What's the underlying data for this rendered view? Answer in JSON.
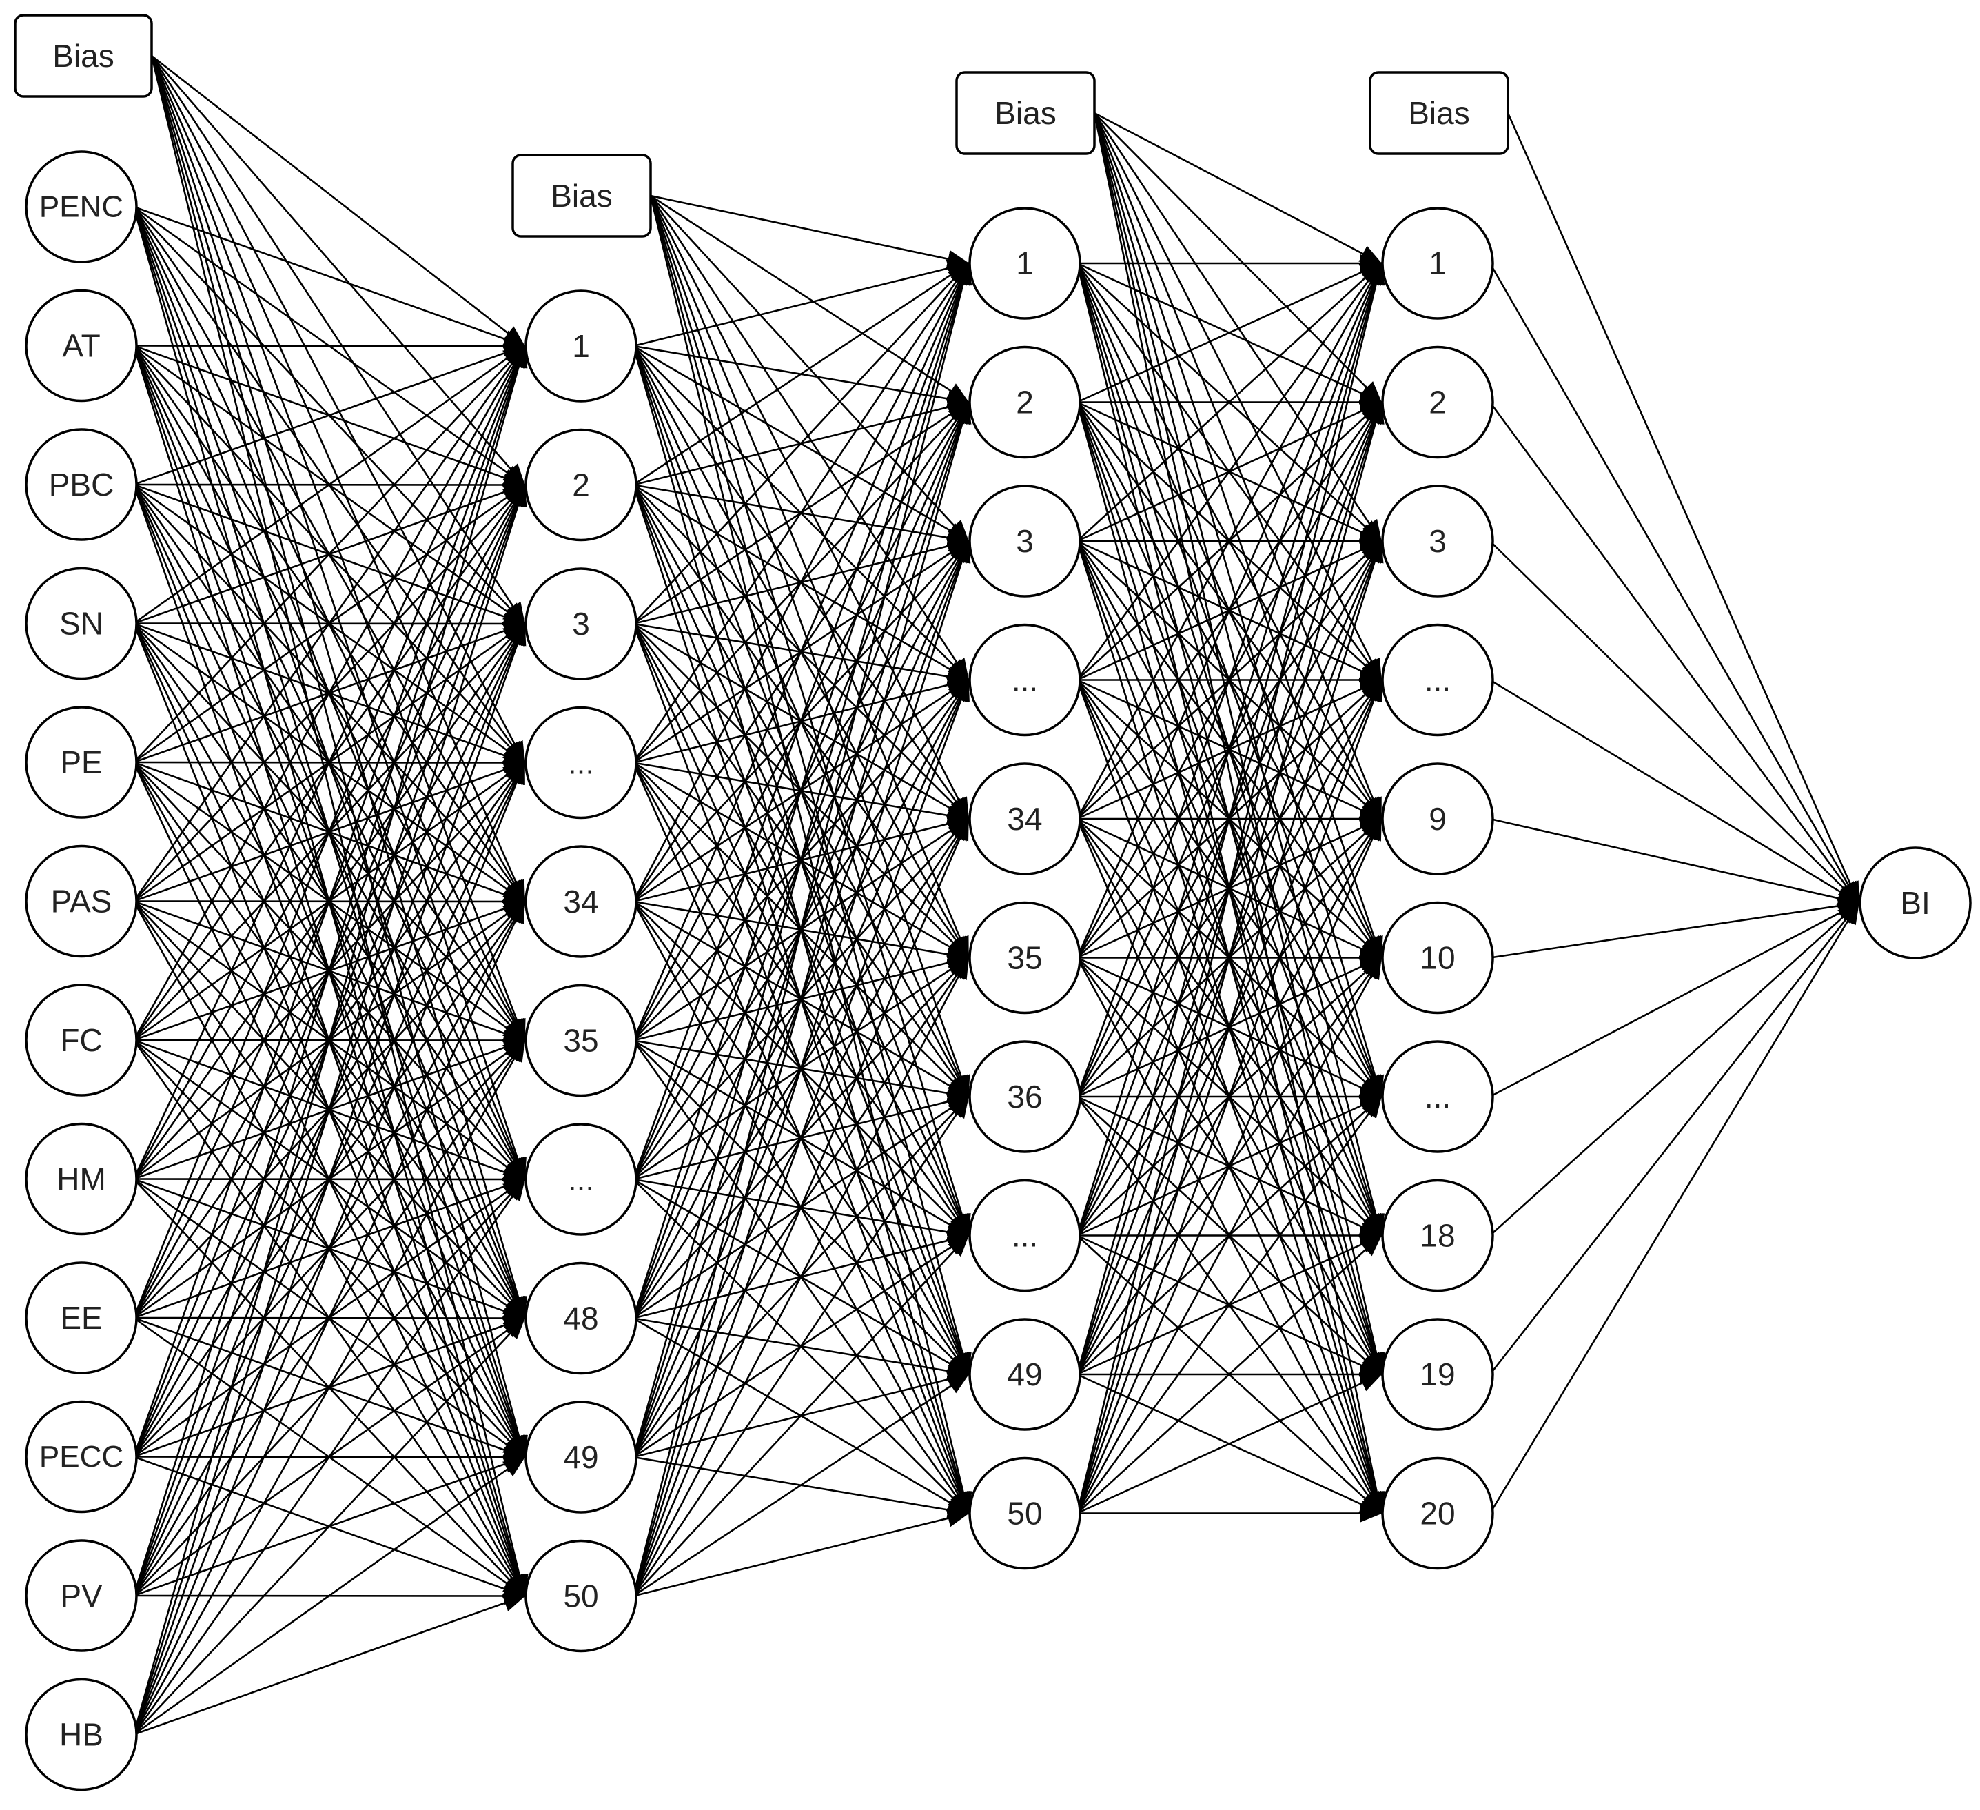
{
  "diagram": {
    "type": "feedforward-neural-network",
    "bias_label": "Bias",
    "layers": [
      {
        "name": "input",
        "nodes": [
          "PENC",
          "AT",
          "PBC",
          "SN",
          "PE",
          "PAS",
          "FC",
          "HM",
          "EE",
          "PECC",
          "PV",
          "HB"
        ]
      },
      {
        "name": "hidden-1",
        "nodes": [
          "1",
          "2",
          "3",
          "...",
          "34",
          "35",
          "...",
          "48",
          "49",
          "50"
        ]
      },
      {
        "name": "hidden-2",
        "nodes": [
          "1",
          "2",
          "3",
          "...",
          "34",
          "35",
          "36",
          "...",
          "49",
          "50"
        ]
      },
      {
        "name": "hidden-3",
        "nodes": [
          "1",
          "2",
          "3",
          "...",
          "9",
          "10",
          "...",
          "18",
          "19",
          "20"
        ]
      },
      {
        "name": "output",
        "nodes": [
          "BI"
        ]
      }
    ],
    "colors": {
      "stroke": "#000000",
      "fill": "#ffffff",
      "text": "#222222"
    }
  }
}
